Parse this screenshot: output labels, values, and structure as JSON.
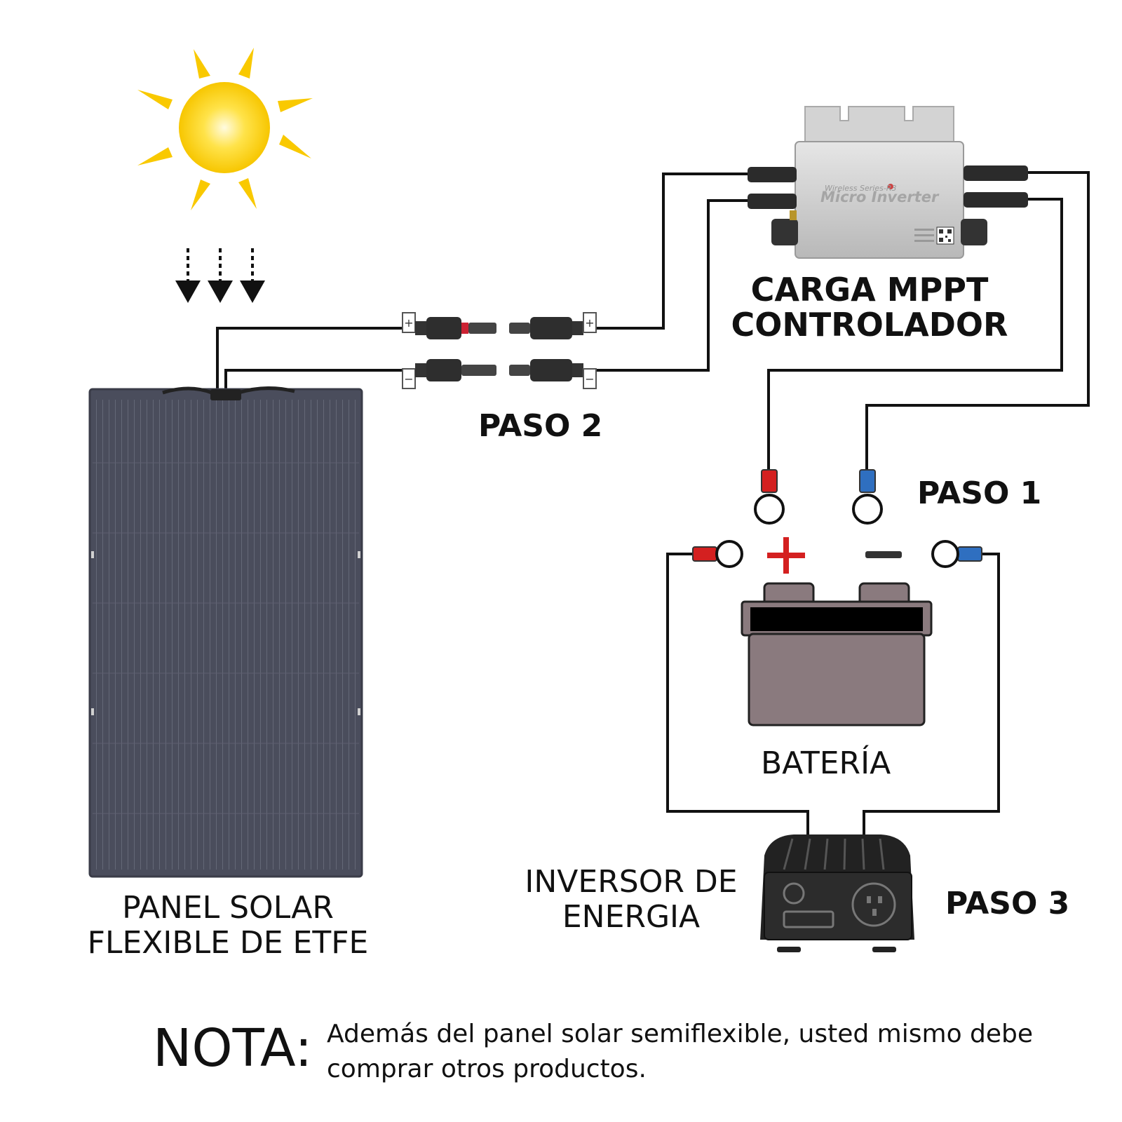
{
  "inverter_caption": [
    "CARGA MPPT",
    "CONTROLADOR"
  ],
  "device_text": {
    "series": "Wireless Series-R3",
    "model": "Micro Inverter"
  },
  "steps": {
    "step1": "PASO 1",
    "step2": "PASO 2",
    "step3": "PASO 3"
  },
  "battery_label": "BATERÍA",
  "panel_label": [
    "PANEL SOLAR",
    "FLEXIBLE DE ETFE"
  ],
  "power_inverter_label": [
    "INVERSOR DE",
    "ENERGIA"
  ],
  "note": {
    "heading": "NOTA:",
    "lines": [
      "Además del panel solar semiflexible, usted mismo debe",
      "comprar otros productos."
    ]
  },
  "colors": {
    "positive": "#d42020",
    "negative": "#2f6fc0",
    "panel": "#4a4d5c",
    "battery": "#8a7a7e",
    "sun": "#ffd21f",
    "wire": "#111111"
  },
  "polarity_symbols": {
    "positive": "+",
    "negative": "−"
  }
}
